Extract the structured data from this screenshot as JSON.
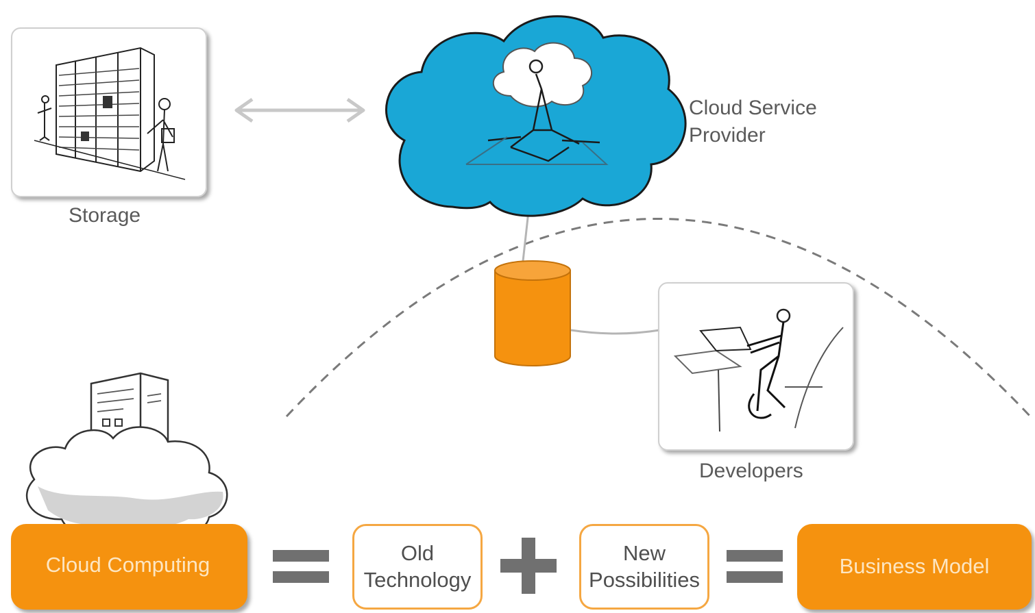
{
  "nodes": {
    "storage": "Storage",
    "cloud_provider_line1": "Cloud Service",
    "cloud_provider_line2": "Provider",
    "developers": "Developers"
  },
  "equation": {
    "cloud_computing": "Cloud Computing",
    "old_technology_line1": "Old",
    "old_technology_line2": "Technology",
    "new_possibilities_line1": "New",
    "new_possibilities_line2": "Possibilities",
    "business_model": "Business Model"
  },
  "colors": {
    "accent_orange": "#f5920f",
    "cloud_blue": "#1aa7d6",
    "operator_gray": "#707070"
  },
  "icons": {
    "storage": "server-racks-icon",
    "provider": "cloud-provider-icon",
    "database": "database-cylinder-icon",
    "developers": "developer-at-laptop-icon",
    "cloud_computing": "cloud-server-icon"
  }
}
